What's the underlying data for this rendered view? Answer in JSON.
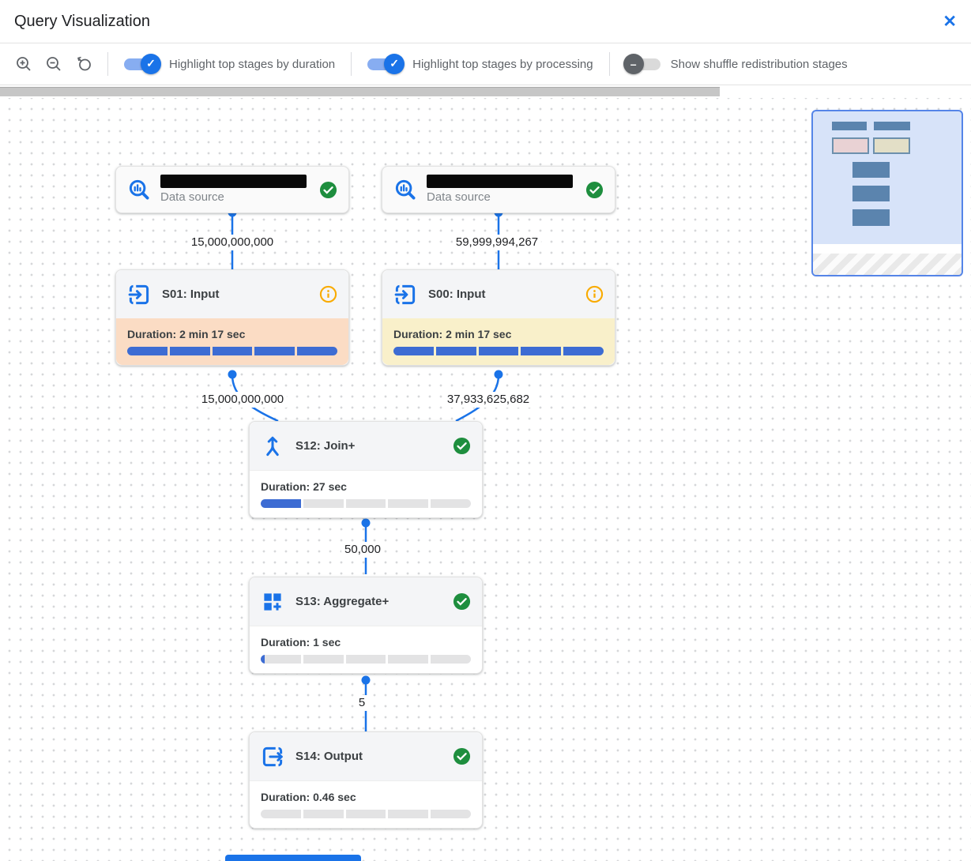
{
  "header": {
    "title": "Query Visualization",
    "close_icon": "close"
  },
  "toolbar": {
    "zoom_buttons": [
      "zoom-in",
      "zoom-out",
      "zoom-reset"
    ],
    "toggles": [
      {
        "label": "Highlight top stages by duration",
        "state": "on"
      },
      {
        "label": "Highlight top stages by processing",
        "state": "on"
      },
      {
        "label": "Show shuffle redistribution stages",
        "state": "off"
      }
    ]
  },
  "graph": {
    "data_sources": [
      {
        "subtitle": "Data source",
        "name_redacted": true,
        "status": "complete"
      },
      {
        "subtitle": "Data source",
        "name_redacted": true,
        "status": "complete"
      }
    ],
    "stages": [
      {
        "id": "S01",
        "title": "S01: Input",
        "duration_label": "Duration: 2 min 17 sec",
        "progress_percent": 100,
        "highlight": "duration",
        "status_icon": "info"
      },
      {
        "id": "S00",
        "title": "S00: Input",
        "duration_label": "Duration: 2 min 17 sec",
        "progress_percent": 100,
        "highlight": "processing",
        "status_icon": "info"
      },
      {
        "id": "S12",
        "title": "S12: Join+",
        "duration_label": "Duration: 27 sec",
        "progress_percent": 20,
        "highlight": "none",
        "status_icon": "success"
      },
      {
        "id": "S13",
        "title": "S13: Aggregate+",
        "duration_label": "Duration: 1 sec",
        "progress_percent": 2,
        "highlight": "none",
        "status_icon": "success"
      },
      {
        "id": "S14",
        "title": "S14: Output",
        "duration_label": "Duration: 0.46 sec",
        "progress_percent": 0,
        "highlight": "none",
        "status_icon": "success"
      }
    ],
    "edges": [
      {
        "from": "data-source-1",
        "to": "S01",
        "label": "15,000,000,000"
      },
      {
        "from": "data-source-2",
        "to": "S00",
        "label": "59,999,994,267"
      },
      {
        "from": "S01",
        "to": "S12",
        "label": "15,000,000,000"
      },
      {
        "from": "S00",
        "to": "S12",
        "label": "37,933,625,682"
      },
      {
        "from": "S12",
        "to": "S13",
        "label": "50,000"
      },
      {
        "from": "S13",
        "to": "S14",
        "label": "5"
      }
    ]
  },
  "minimap": {
    "present": true
  },
  "colors": {
    "accent": "#1a73e8",
    "bar_blue": "#3d6cd3",
    "duration_highlight": "#fbdcc4",
    "processing_highlight": "#f9f0ca",
    "success": "#1e8e3e",
    "warning": "#f9ab00"
  }
}
